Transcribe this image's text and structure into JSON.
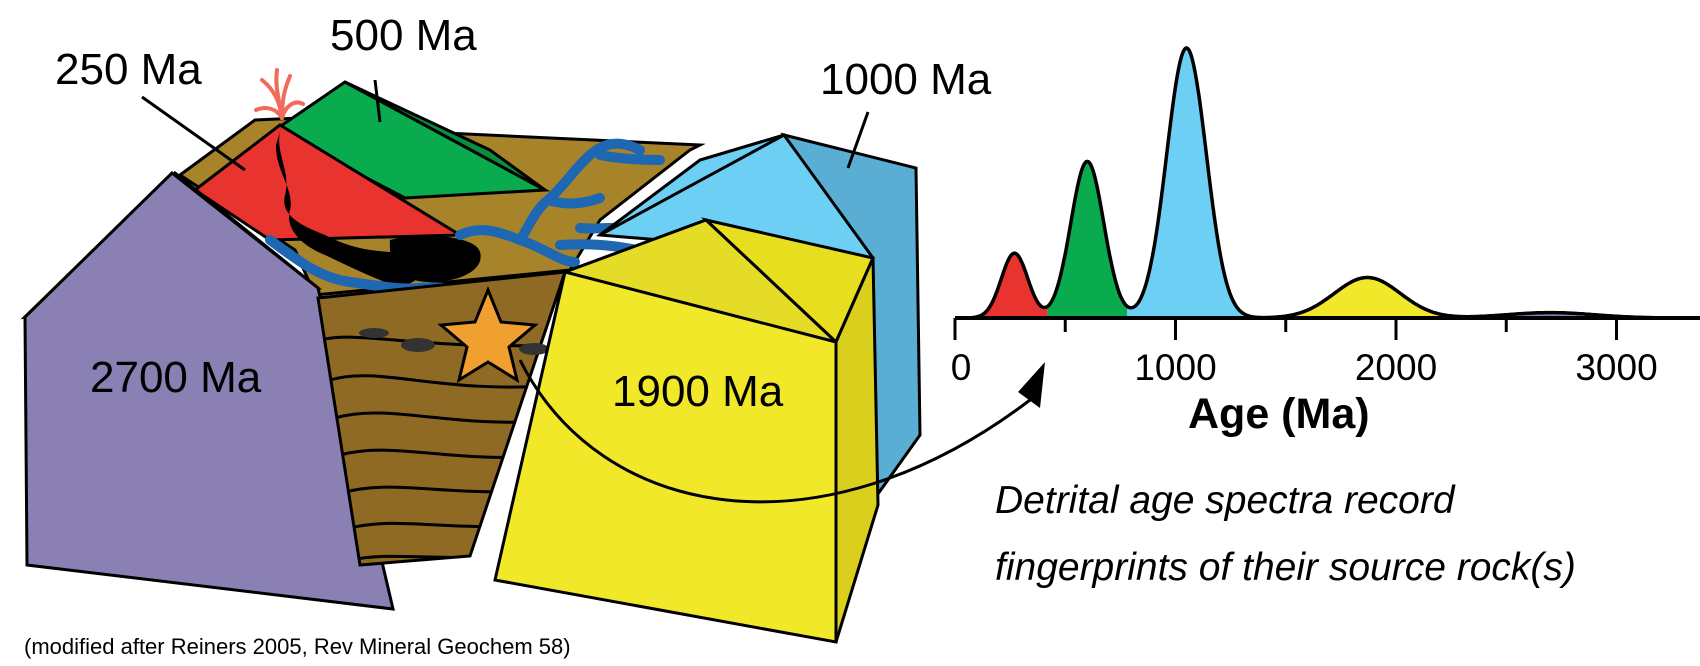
{
  "labels": {
    "age_250": "250 Ma",
    "age_500": "500 Ma",
    "age_1000": "1000 Ma",
    "age_2700": "2700 Ma",
    "age_1900": "1900 Ma"
  },
  "axis": {
    "title": "Age (Ma)",
    "ticks": [
      "0",
      "1000",
      "2000",
      "3000"
    ],
    "tick_values": [
      0,
      1000,
      2000,
      3000
    ],
    "range": [
      0,
      3400
    ]
  },
  "caption": {
    "line1": "Detrital age spectra record",
    "line2": "fingerprints of their source rock(s)"
  },
  "credit": "(modified after Reiners 2005,  Rev Mineral Geochem 58)",
  "colors": {
    "red": "#e8332e",
    "green": "#0aab4e",
    "light_blue": "#6dcff3",
    "yellow": "#f1e82a",
    "purple": "#8a80b3",
    "basin": "#a7832a",
    "river": "#1d67b3",
    "star": "#f0a030",
    "lava": "#f26b5a"
  },
  "chart_data": {
    "type": "area",
    "xlabel": "Age (Ma)",
    "xlim": [
      0,
      3400
    ],
    "grid": false,
    "peaks": [
      {
        "center": 270,
        "height": 0.24,
        "width": 60,
        "color": "#e8332e"
      },
      {
        "center": 600,
        "height": 0.58,
        "width": 75,
        "color": "#0aab4e"
      },
      {
        "center": 1050,
        "height": 1.0,
        "width": 90,
        "color": "#6dcff3"
      },
      {
        "center": 1870,
        "height": 0.15,
        "width": 150,
        "color": "#f1e82a"
      },
      {
        "center": 2700,
        "height": 0.02,
        "width": 200,
        "color": "#8a80b3"
      }
    ],
    "color_bands": [
      {
        "from": 0,
        "to": 420,
        "color": "#e8332e"
      },
      {
        "from": 420,
        "to": 780,
        "color": "#0aab4e"
      },
      {
        "from": 780,
        "to": 1450,
        "color": "#6dcff3"
      },
      {
        "from": 1450,
        "to": 2300,
        "color": "#f1e82a"
      },
      {
        "from": 2300,
        "to": 3400,
        "color": "#8a80b3"
      }
    ]
  }
}
